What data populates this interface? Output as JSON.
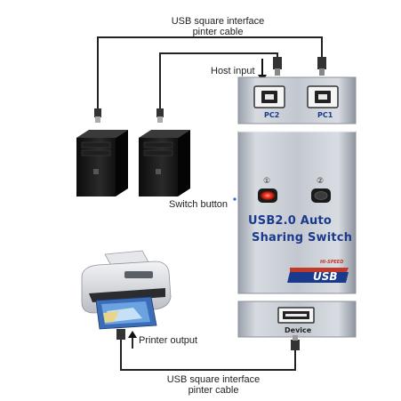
{
  "labels": {
    "top_cable_line1": "USB square interface",
    "top_cable_line2": "pinter cable",
    "host_input": "Host input",
    "switch_button": "Switch button",
    "printer_output": "Printer output",
    "bottom_cable_line1": "USB square interface",
    "bottom_cable_line2": "pinter cable"
  },
  "switch": {
    "title_line1": "USB2.0 Auto",
    "title_line2": "Sharing Switch",
    "port_left": "PC2",
    "port_right": "PC1",
    "button_left": "①",
    "button_right": "②",
    "device_port": "Device",
    "logo": "USB",
    "logo_sub": "HI-SPEED"
  },
  "colors": {
    "panel": "#c9ced6",
    "title_blue": "#1a3a8c",
    "led_red": "#ff3a2a"
  }
}
